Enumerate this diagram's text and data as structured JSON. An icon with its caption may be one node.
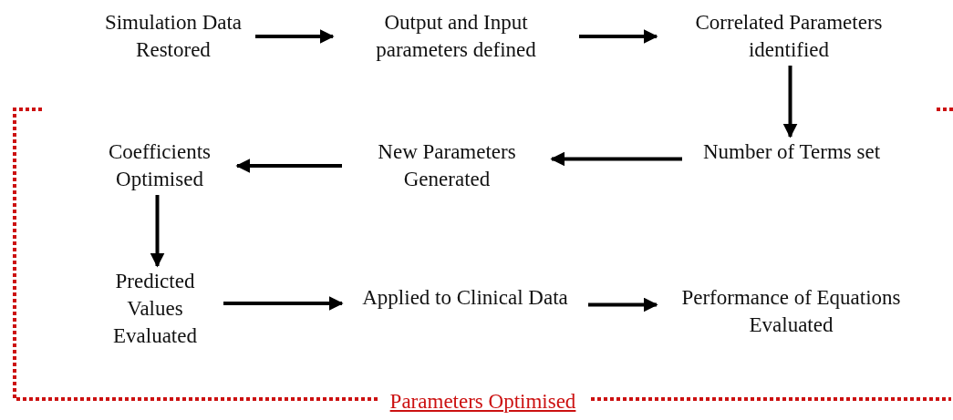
{
  "diagram": {
    "nodes": [
      {
        "text": [
          "Simulation Data Restored"
        ]
      },
      {
        "text": [
          "Output and Input parameters defined"
        ]
      },
      {
        "text": [
          "Correlated Parameters identified"
        ]
      },
      {
        "text": [
          "Parameters Optimised"
        ]
      },
      {
        "text": [
          "Number of Terms set"
        ],
        "in": 3
      },
      {
        "text": [
          "New Parameters Generated"
        ],
        "in": 3
      },
      {
        "text": [
          "Coefficients Optimised"
        ],
        "in": 3
      },
      {
        "text": [
          "Predicted Values Evaluated"
        ],
        "in": 3
      },
      {
        "text": [
          "Applied to Clinical Data"
        ],
        "in": 3
      },
      {
        "text": [
          "Performance of Equations Evaluated"
        ],
        "in": 3
      }
    ],
    "edges": [
      {
        "from": 0,
        "to": 1,
        "arrow": "to"
      },
      {
        "from": 1,
        "to": 2,
        "arrow": "to"
      },
      {
        "from": 2,
        "to": 4,
        "arrow": "to"
      },
      {
        "from": 4,
        "to": 5,
        "arrow": "to"
      },
      {
        "from": 5,
        "to": 6,
        "arrow": "to"
      },
      {
        "from": 6,
        "to": 7,
        "arrow": "to"
      },
      {
        "from": 7,
        "to": 8,
        "arrow": "to"
      },
      {
        "from": 8,
        "to": 9,
        "arrow": "to"
      }
    ]
  }
}
